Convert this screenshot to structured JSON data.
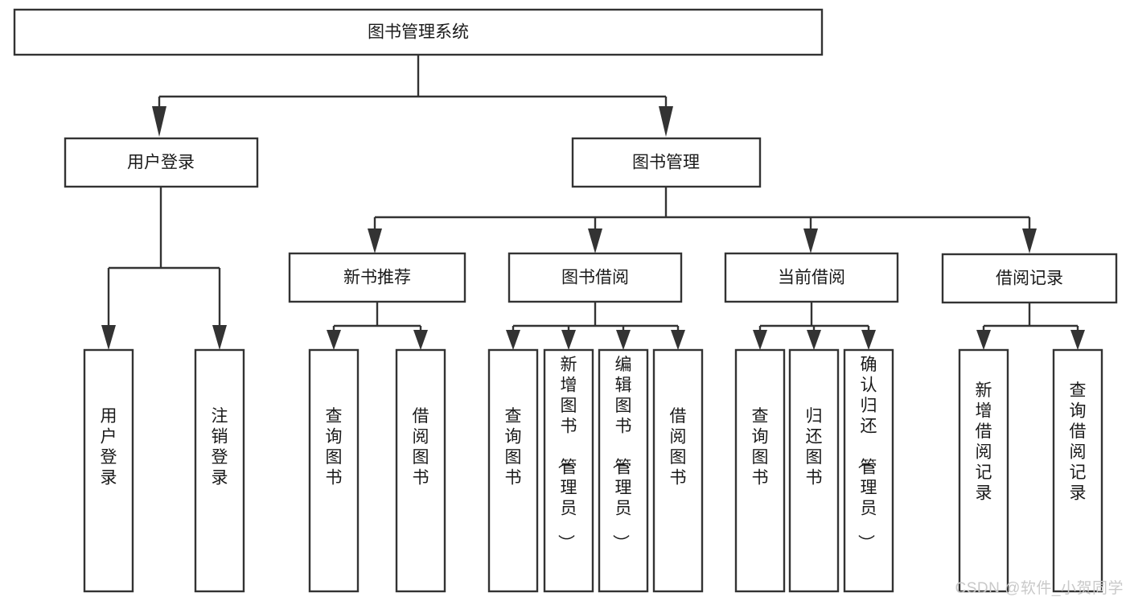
{
  "diagram": {
    "title": "图书管理系统",
    "type": "tree-hierarchy",
    "colors": {
      "stroke": "#333333",
      "fill": "#ffffff",
      "text": "#1a1a1a",
      "watermark": "#c9c9c9",
      "background": "#ffffff"
    },
    "root": {
      "label": "图书管理系统"
    },
    "level1": [
      {
        "label": "用户登录"
      },
      {
        "label": "图书管理"
      }
    ],
    "level2": [
      {
        "label": "新书推荐"
      },
      {
        "label": "图书借阅"
      },
      {
        "label": "当前借阅"
      },
      {
        "label": "借阅记录"
      }
    ],
    "leaves": {
      "user_login": [
        {
          "label": "用户登录"
        },
        {
          "label": "注销登录"
        }
      ],
      "new_book_recommend": [
        {
          "label": "查询图书"
        },
        {
          "label": "借阅图书"
        }
      ],
      "book_borrow": [
        {
          "label": "查询图书"
        },
        {
          "label": "新增图书（管理员）"
        },
        {
          "label": "编辑图书（管理员）"
        },
        {
          "label": "借阅图书"
        }
      ],
      "current_borrow": [
        {
          "label": "查询图书"
        },
        {
          "label": "归还图书"
        },
        {
          "label": "确认归还（管理员）"
        }
      ],
      "borrow_record": [
        {
          "label": "新增借阅记录"
        },
        {
          "label": "查询借阅记录"
        }
      ]
    }
  },
  "watermark": {
    "text": "CSDN @软件_小贺同学"
  }
}
